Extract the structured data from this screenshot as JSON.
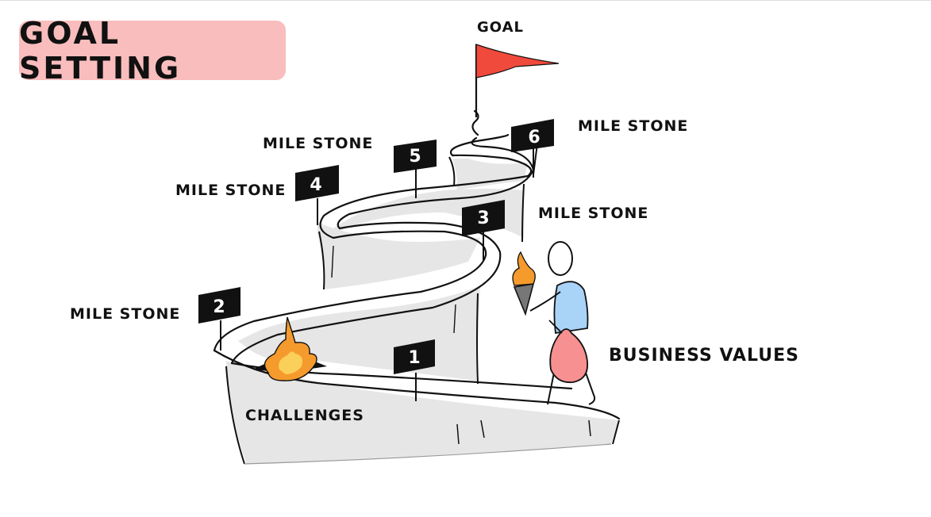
{
  "title": "GOAL SETTING",
  "labels": {
    "goal": "GOAL",
    "milestone": "MILE STONE",
    "business_values": "BUSINESS VALUES",
    "challenges": "CHALLENGES"
  },
  "milestones": [
    "1",
    "2",
    "3",
    "4",
    "5",
    "6"
  ],
  "colors": {
    "title_bg": "#f9bdbd",
    "flag": "#f04a3c",
    "fire_outer": "#f59a2c",
    "fire_inner": "#fbd05a",
    "shirt": "#a9d3f7",
    "bag": "#f79090",
    "cliff": "#e6e6e6",
    "sign": "#111111"
  }
}
